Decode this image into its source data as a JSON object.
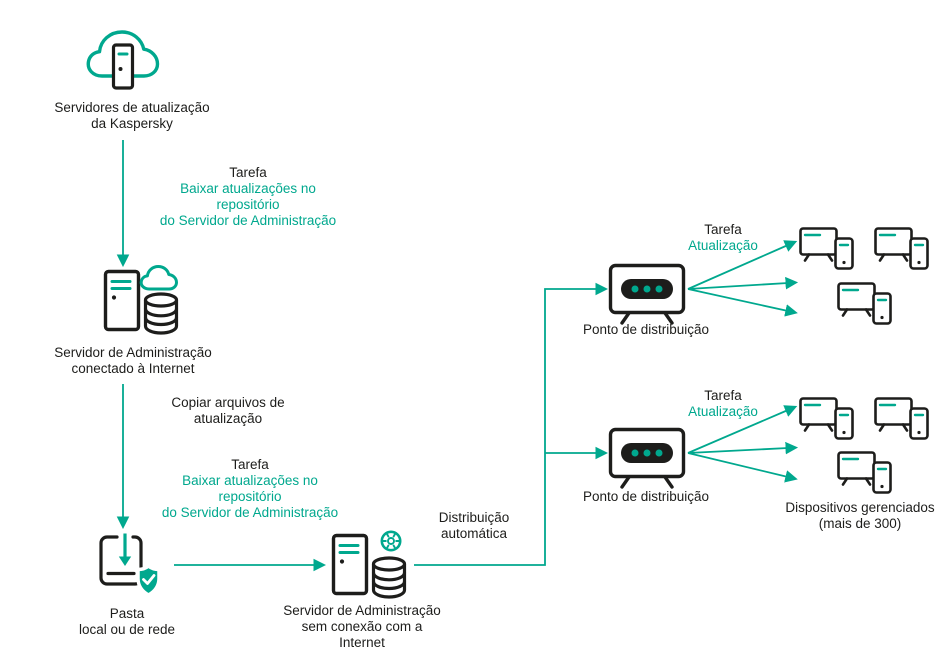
{
  "colors": {
    "accent_teal": "#00A88E",
    "icon_dark": "#1D1D1B",
    "background": "#FFFFFF"
  },
  "nodes": {
    "kaspersky_servers": {
      "line1": "Servidores de atualização",
      "line2": "da Kaspersky"
    },
    "admin_server_online": {
      "line1": "Servidor de Administração",
      "line2": "conectado à Internet"
    },
    "folder": {
      "line1": "Pasta",
      "line2": "local ou de rede"
    },
    "admin_server_offline": {
      "line1": "Servidor de Administração",
      "line2": "sem conexão com a",
      "line3": "Internet"
    },
    "distribution_point_1": {
      "label": "Ponto de distribuição"
    },
    "distribution_point_2": {
      "label": "Ponto de distribuição"
    },
    "managed_devices": {
      "line1": "Dispositivos gerenciados",
      "line2": "(mais de 300)"
    }
  },
  "edges": {
    "task_download_top": {
      "title": "Tarefa",
      "line1": "Baixar atualizações no",
      "line2": "repositório",
      "line3": "do Servidor de Administração"
    },
    "copy_files": {
      "line1": "Copiar arquivos de",
      "line2": "atualização"
    },
    "task_download_bottom": {
      "title": "Tarefa",
      "line1": "Baixar atualizações no",
      "line2": "repositório",
      "line3": "do Servidor de Administração"
    },
    "auto_distribution": {
      "line1": "Distribuição",
      "line2": "automática"
    },
    "task_update_top": {
      "title": "Tarefa",
      "subtitle": "Atualização"
    },
    "task_update_bottom": {
      "title": "Tarefa",
      "subtitle": "Atualização"
    }
  }
}
